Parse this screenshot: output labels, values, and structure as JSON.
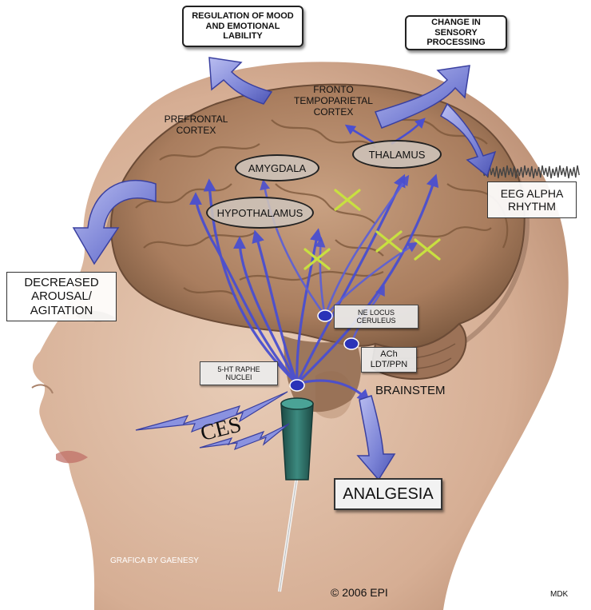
{
  "labels": {
    "mood": "REGULATION OF MOOD AND EMOTIONAL LABILITY",
    "sensory": "CHANGE IN SENSORY PROCESSING",
    "fronto": "FRONTO TEMPOPARIETAL CORTEX",
    "prefrontal": "PREFRONTAL CORTEX",
    "amygdala": "AMYGDALA",
    "thalamus": "THALAMUS",
    "hypothalamus": "HYPOTHALAMUS",
    "eeg": "EEG ALPHA RHYTHM",
    "arousal": "DECREASED AROUSAL/ AGITATION",
    "ne": "NE LOCUS CERULEUS",
    "raphe": "5-HT RAPHE NUCLEI",
    "ach": "ACh LDT/PPN",
    "brainstem": "BRAINSTEM",
    "ces": "CES",
    "analgesia": "ANALGESIA",
    "credit": "GRAFICA BY GAENESY",
    "copyright": "© 2006 EPI",
    "mdk": "MDK"
  },
  "colors": {
    "arrow": "#7b83d6",
    "pathway": "#4a4fd0",
    "brain": "#b08868",
    "skin": "#d9b49c",
    "block_mark": "#c8e040",
    "probe": "#2f6f66"
  }
}
